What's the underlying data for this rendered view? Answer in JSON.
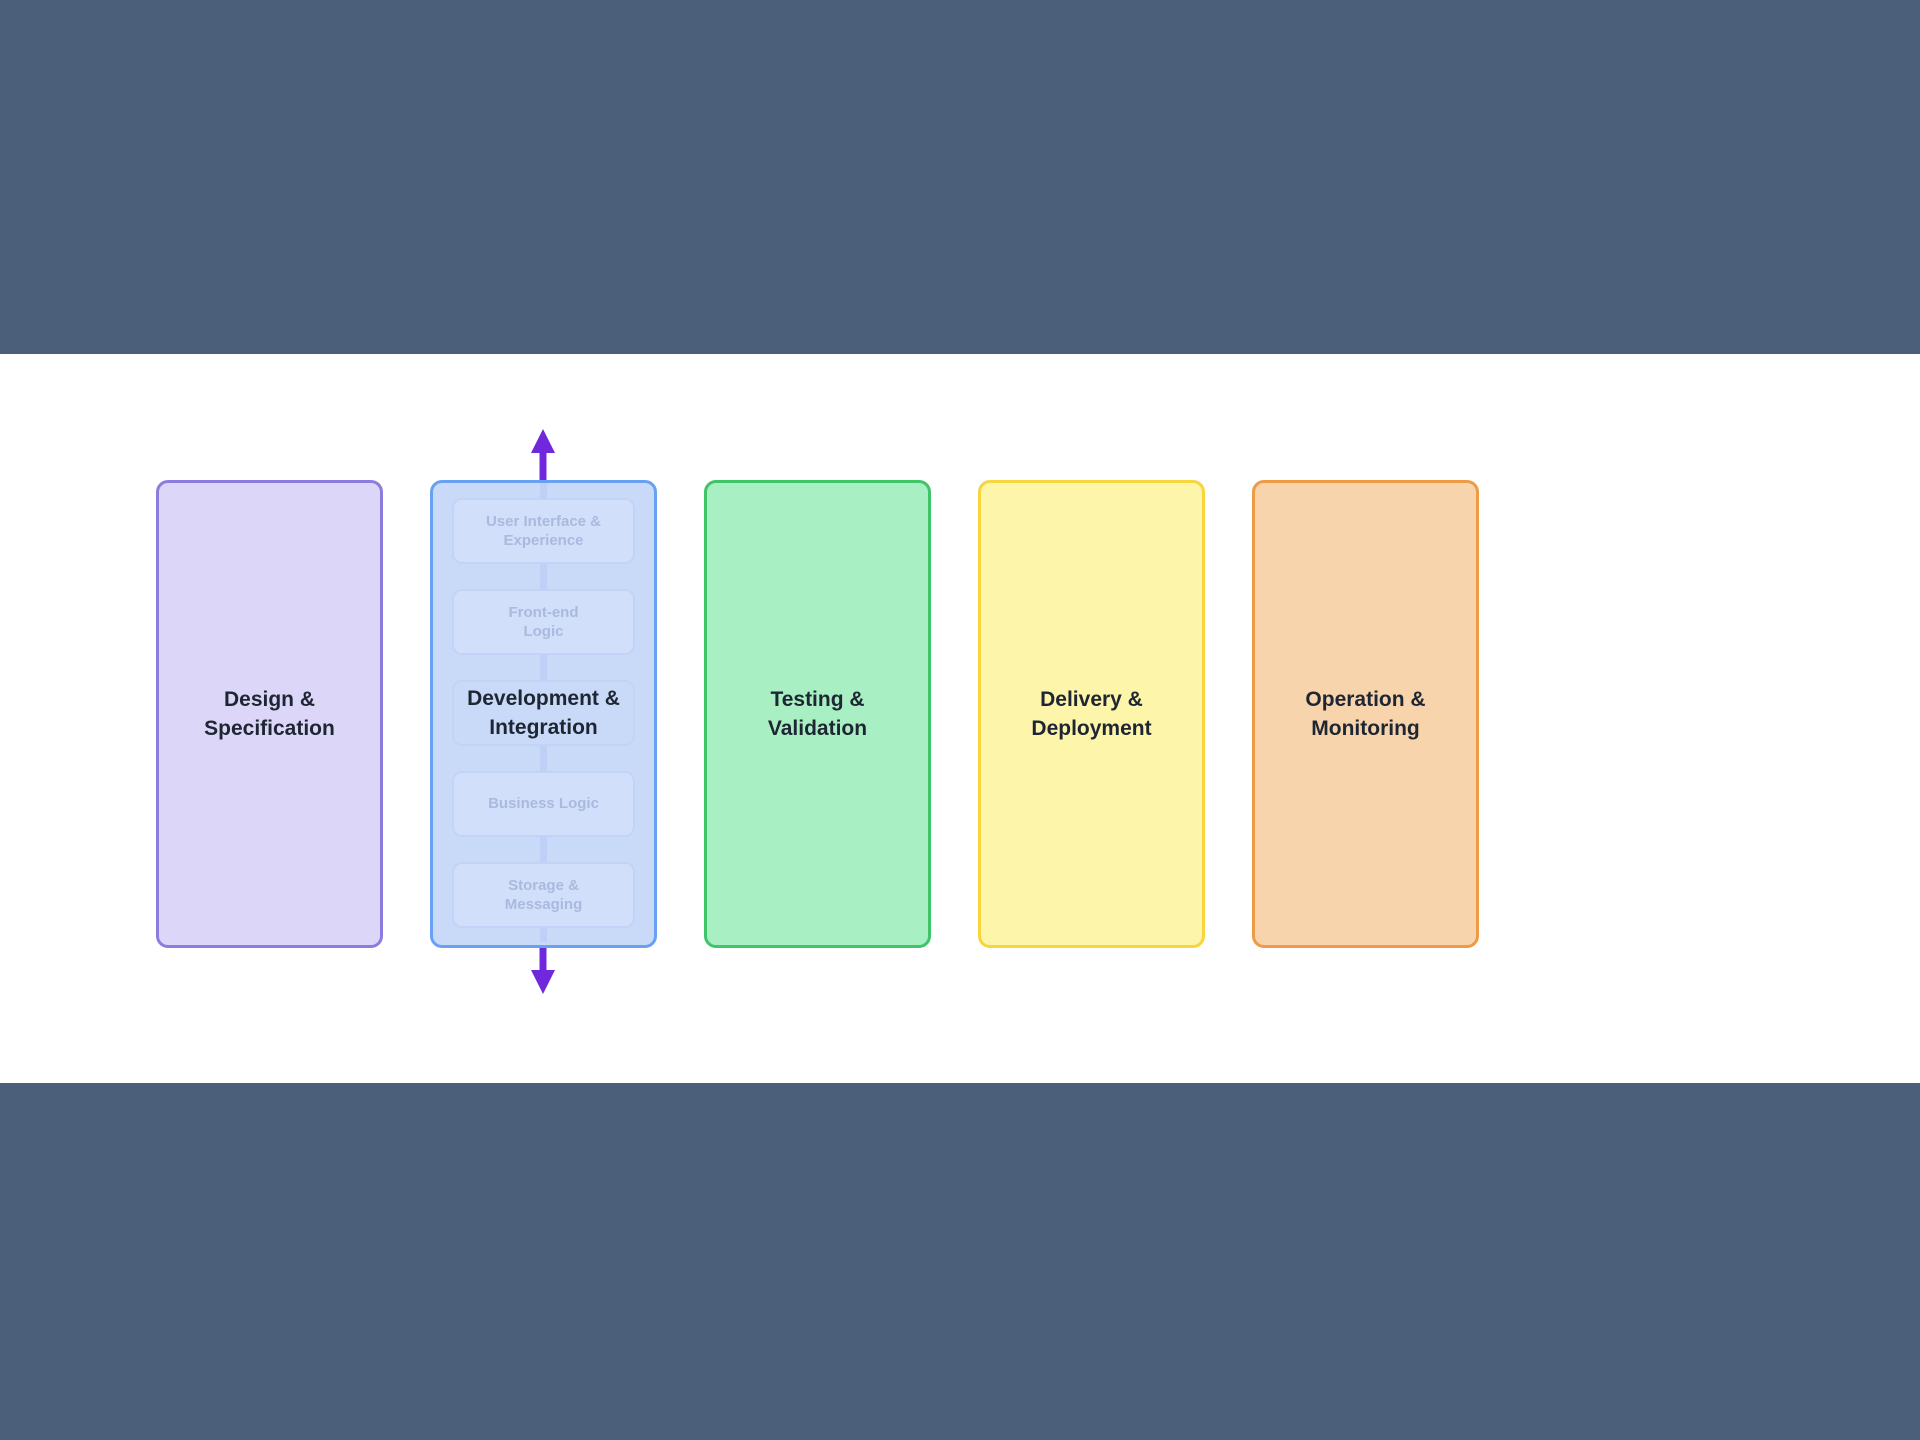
{
  "background": {
    "bar_color": "#4b5f7a",
    "band_color": "#ffffff"
  },
  "diagram": {
    "phases": [
      {
        "id": "design-specification",
        "label_lines": [
          "Design &",
          "Specification"
        ],
        "fill": "#dcd7f8",
        "border": "#8b7de0",
        "text_color": "#1f2633"
      },
      {
        "id": "development-integration",
        "label_lines": [
          "Development &",
          "Integration"
        ],
        "fill": "#c9daf9",
        "border": "#68a0f2",
        "text_color": "#1f2633",
        "sub_fill": "#d2dffa",
        "sub_border": "#c3d3f7",
        "sub_text_color": "#a9bade",
        "connector_color": "#c0cff5",
        "sub_steps": [
          {
            "lines": [
              "User Interface &",
              "Experience"
            ]
          },
          {
            "lines": [
              "Front-end",
              "Logic"
            ]
          },
          {
            "lines": []
          },
          {
            "lines": [
              "Business Logic"
            ]
          },
          {
            "lines": [
              "Storage &",
              "Messaging"
            ]
          }
        ]
      },
      {
        "id": "testing-validation",
        "label_lines": [
          "Testing &",
          "Validation"
        ],
        "fill": "#a8f0c3",
        "border": "#3fc468",
        "text_color": "#1f2633"
      },
      {
        "id": "delivery-deployment",
        "label_lines": [
          "Delivery &",
          "Deployment"
        ],
        "fill": "#fdf5a9",
        "border": "#f6d53e",
        "text_color": "#1f2633"
      },
      {
        "id": "operation-monitoring",
        "label_lines": [
          "Operation &",
          "Monitoring"
        ],
        "fill": "#f7d4ab",
        "border": "#ee9a47",
        "text_color": "#1f2633"
      }
    ],
    "arrows": {
      "color": "#6f28dc",
      "top_direction": "up",
      "bottom_direction": "down"
    }
  }
}
